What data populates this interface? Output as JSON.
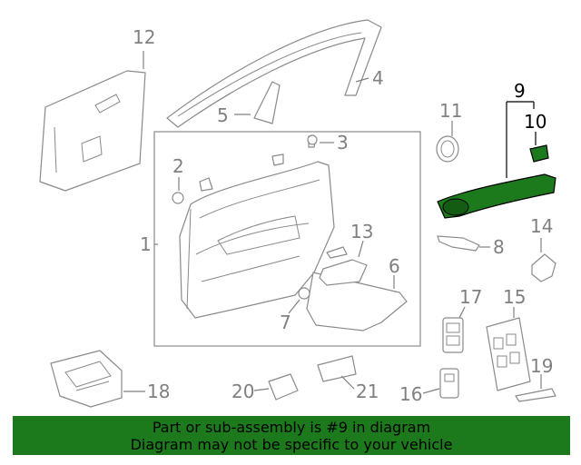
{
  "callouts": {
    "c1": "1",
    "c2": "2",
    "c3": "3",
    "c4": "4",
    "c5": "5",
    "c6": "6",
    "c7": "7",
    "c8": "8",
    "c9": "9",
    "c10": "10",
    "c11": "11",
    "c12": "12",
    "c13": "13",
    "c14": "14",
    "c15": "15",
    "c16": "16",
    "c17": "17",
    "c18": "18",
    "c19": "19",
    "c20": "20",
    "c21": "21"
  },
  "highlight": {
    "part_number": "9",
    "color": "#1c7a1c"
  },
  "banner": {
    "line1": "Part or sub-assembly is #9 in diagram",
    "line2": "Diagram may not be specific to your vehicle",
    "background": "#1c7a1c"
  }
}
